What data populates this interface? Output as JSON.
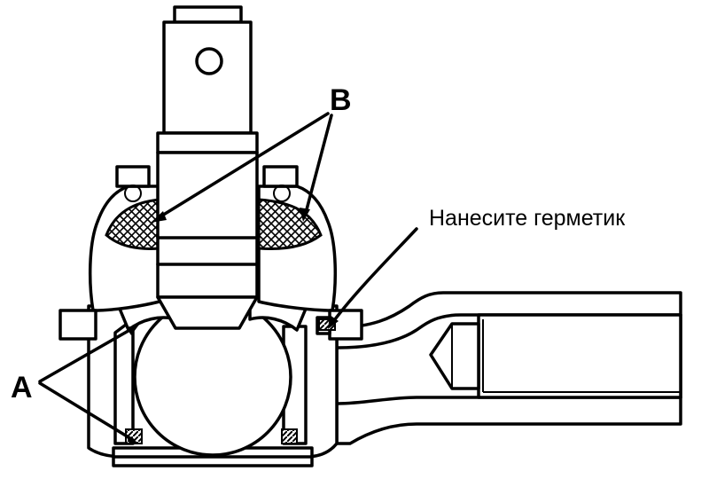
{
  "labels": {
    "a": "A",
    "b": "B",
    "sealant": "Нанесите герметик"
  },
  "colors": {
    "ink": "#000000",
    "background": "#ffffff"
  }
}
